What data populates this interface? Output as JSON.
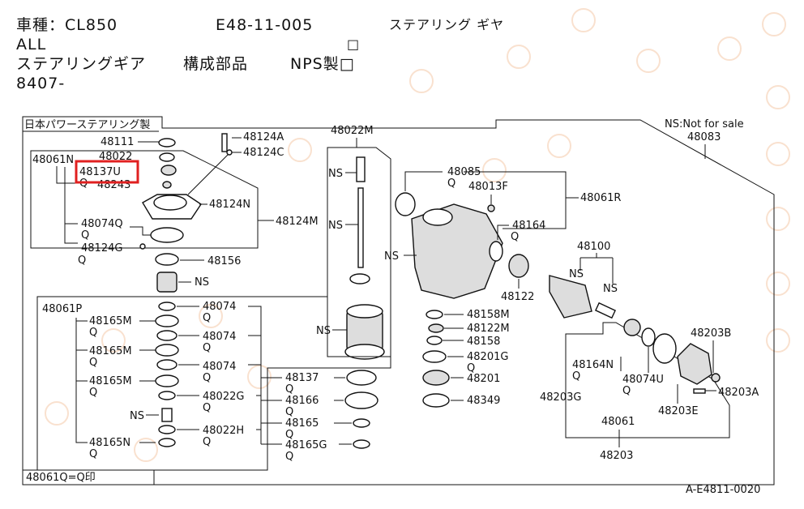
{
  "header": {
    "model_line": "車種：CL850",
    "code": "E48-11-005",
    "title_right": "ステアリング ギヤ",
    "all": "ALL",
    "box1": "□",
    "sub": "ステアリングギア",
    "parts": "構成部品",
    "nps": "NPS製□",
    "date": "8407-"
  },
  "diagram": {
    "japan_power": "日本パワーステアリング製",
    "ns_note": "NS:Not for sale",
    "footnote": "48061Q=Q印",
    "ref": "A-E4811-0020",
    "labels": {
      "p48111": "48111",
      "p48124A": "48124A",
      "p48124C": "48124C",
      "p48061N": "48061N",
      "p48022": "48022",
      "p48137U": "48137U",
      "p48137U_q": "Q",
      "p48243": "48243",
      "p48124N": "48124N",
      "p48124M": "48124M",
      "p48074Q": "48074Q",
      "p48074Q_q": "Q",
      "p48124G": "48124G",
      "p48124G_q": "Q",
      "p48156": "48156",
      "ns1": "NS",
      "p48022M": "48022M",
      "ns2": "NS",
      "ns3": "NS",
      "ns4": "NS",
      "p48085": "48085",
      "p48085_q": "Q",
      "p48013F": "48013F",
      "p48061R": "48061R",
      "p48164": "48164",
      "p48164_q": "Q",
      "ns5": "NS",
      "p48100": "48100",
      "ns6": "NS",
      "ns7": "NS",
      "p48122": "48122",
      "p48083": "48083",
      "p48061P": "48061P",
      "p48165M_1": "48165M",
      "q_1": "Q",
      "p48165M_2": "48165M",
      "q_2": "Q",
      "p48165M_3": "48165M",
      "q_3": "Q",
      "ns8": "NS",
      "p48165N": "48165N",
      "q_4": "Q",
      "p48074_1": "48074",
      "q_5": "Q",
      "p48074_2": "48074",
      "q_6": "Q",
      "p48074_3": "48074",
      "q_7": "Q",
      "p48022G": "48022G",
      "q_8": "Q",
      "p48022H": "48022H",
      "q_9": "Q",
      "p48137": "48137",
      "q_10": "Q",
      "p48166": "48166",
      "q_11": "Q",
      "p48165": "48165",
      "q_12": "Q",
      "p48165G": "48165G",
      "q_13": "Q",
      "p48158M": "48158M",
      "p48122M": "48122M",
      "p48158": "48158",
      "p48201G": "48201G",
      "q_14": "Q",
      "p48201": "48201",
      "p48349": "48349",
      "p48203B": "48203B",
      "p48164N": "48164N",
      "q_15": "Q",
      "p48074U": "48074U",
      "q_16": "Q",
      "p48203A": "48203A",
      "p48203G": "48203G",
      "p48203E": "48203E",
      "p48061": "48061",
      "p48203": "48203"
    }
  },
  "colors": {
    "highlight": "#e02020",
    "watermark": "#f4c9a8"
  }
}
